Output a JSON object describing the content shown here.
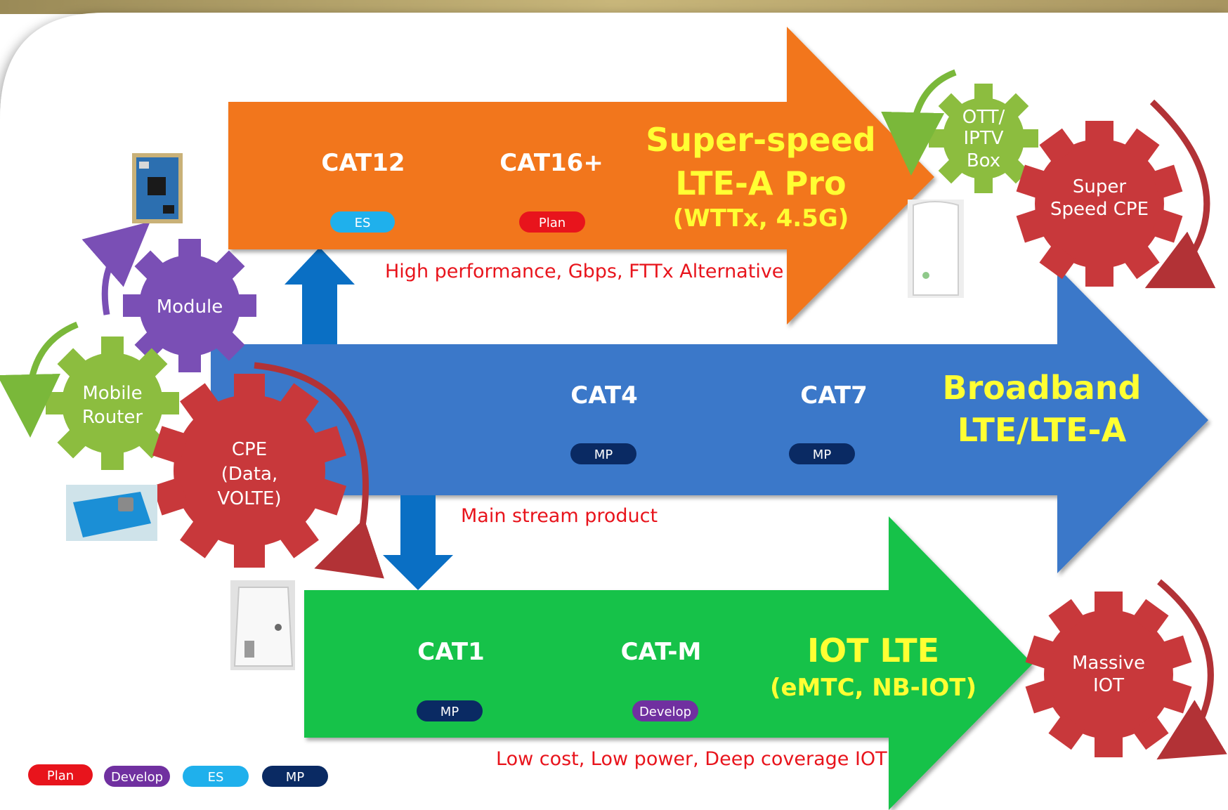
{
  "colors": {
    "plan": "#e8141c",
    "develop": "#7030a0",
    "es": "#1fb0ec",
    "mp": "#0a2a63",
    "orange_arrow": "#f2761a",
    "blue_arrow": "#3b78c9",
    "green_arrow": "#12c24a",
    "red_gear": "#c8383b",
    "purple_gear": "#7a4fb5",
    "green_gear": "#8cbd3f",
    "yellow_text": "#ffff33",
    "note_red": "#e8141c"
  },
  "top_arrow": {
    "cat_a": "CAT12",
    "cat_a_badge": "ES",
    "cat_b": "CAT16+",
    "cat_b_badge": "Plan",
    "title_line1": "Super-speed",
    "title_line2": "LTE-A Pro",
    "title_line3": "(WTTx, 4.5G)",
    "note": "High performance, Gbps, FTTx Alternative"
  },
  "middle_arrow": {
    "cat_a": "CAT4",
    "cat_a_badge": "MP",
    "cat_b": "CAT7",
    "cat_b_badge": "MP",
    "title_line1": "Broadband",
    "title_line2": "LTE/LTE-A",
    "note": "Main stream product"
  },
  "bottom_arrow": {
    "cat_a": "CAT1",
    "cat_a_badge": "MP",
    "cat_b": "CAT-M",
    "cat_b_badge": "Develop",
    "title_line1": "IOT LTE",
    "title_line2": "(eMTC, NB-IOT)",
    "note": "Low cost, Low power, Deep coverage IOT"
  },
  "gears": {
    "module": "Module",
    "mobile_router_1": "Mobile",
    "mobile_router_2": "Router",
    "cpe_1": "CPE",
    "cpe_2": "(Data,",
    "cpe_3": "VOLTE)",
    "ott_1": "OTT/",
    "ott_2": "IPTV",
    "ott_3": "Box",
    "super_cpe_1": "Super",
    "super_cpe_2": "Speed CPE",
    "massive_iot_1": "Massive",
    "massive_iot_2": "IOT"
  },
  "legend": {
    "plan": "Plan",
    "develop": "Develop",
    "es": "ES",
    "mp": "MP"
  }
}
